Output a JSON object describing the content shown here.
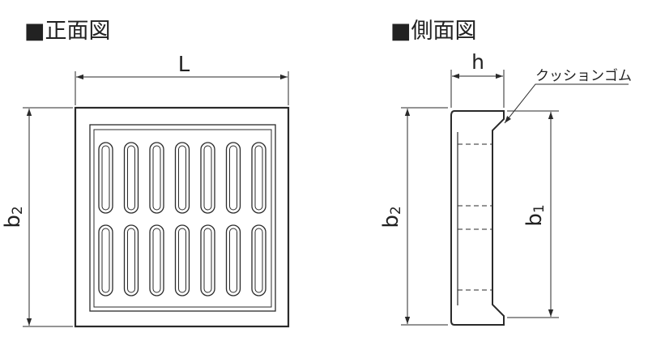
{
  "front_view": {
    "title": "■正面図",
    "dimension_width": "L",
    "dimension_height": "b2",
    "slot_rows": 2,
    "slots_per_row": 7
  },
  "side_view": {
    "title": "■側面図",
    "dimension_thickness": "h",
    "dimension_height_outer": "b2",
    "dimension_height_inner": "b1",
    "callout_label": "クッションゴム"
  },
  "colors": {
    "line": "#2a2a2a",
    "fill": "#ffffff"
  }
}
